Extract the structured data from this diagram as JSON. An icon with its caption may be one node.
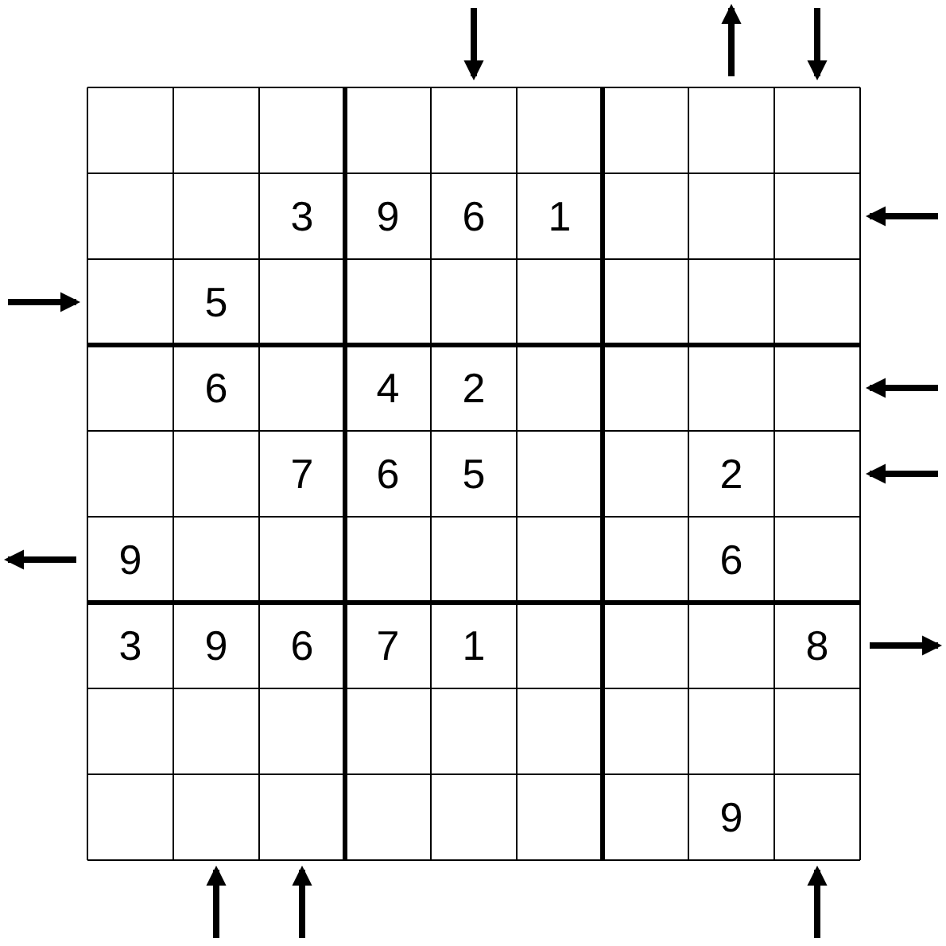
{
  "diagram": {
    "labels": [
      "3",
      "9",
      "6",
      "1",
      "5",
      "6",
      "4",
      "2",
      "7",
      "6",
      "5",
      "2",
      "9",
      "6",
      "3",
      "9",
      "6",
      "7",
      "1",
      "8",
      "9"
    ]
  }
}
